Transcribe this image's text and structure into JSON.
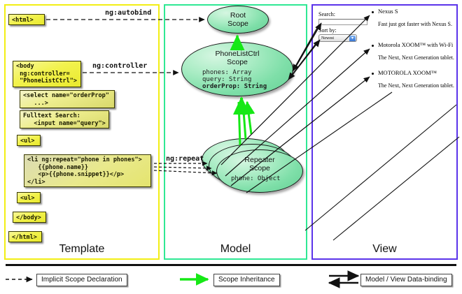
{
  "columns": [
    {
      "id": "template",
      "label": "Template",
      "border_color": "#f2ee14"
    },
    {
      "id": "model",
      "label": "Model",
      "border_color": "#2fe894"
    },
    {
      "id": "view",
      "label": "View",
      "border_color": "#5b34ea"
    }
  ],
  "template": {
    "blocks": [
      {
        "name": "html-open-tag",
        "text": "<html>"
      },
      {
        "name": "body-tag",
        "text": "<body\n ng:controller=\n \"PhoneListCtrl\">"
      },
      {
        "name": "select-tag",
        "text": "<select name=\"orderProp\"\n   ...>"
      },
      {
        "name": "fulltext-search",
        "text": "Fulltext Search:\n   <input name=\"query\">"
      },
      {
        "name": "ul-open-tag",
        "text": "<ul>"
      },
      {
        "name": "li-repeat-tag",
        "text": "<li ng:repeat=\"phone in phones\">\n   {{phone.name}}\n   <p>{{phone.snippet}}</p>\n</li>"
      },
      {
        "name": "ul-close-tag",
        "text": "<ul>"
      },
      {
        "name": "body-close-tag",
        "text": "</body>"
      },
      {
        "name": "html-close-tag",
        "text": "</html>"
      }
    ]
  },
  "model": {
    "scopes": [
      {
        "name": "root-scope",
        "title_line1": "Root",
        "title_line2": "Scope",
        "props": []
      },
      {
        "name": "phonelistctrl-scope",
        "title_line1": "PhoneListCtrl",
        "title_line2": "Scope",
        "props": [
          {
            "text": "phones: Array",
            "bold": false
          },
          {
            "text": "query: String",
            "bold": false
          },
          {
            "text": "orderProp: String",
            "bold": true
          }
        ]
      },
      {
        "name": "repeater-scope",
        "title_line1": "Repeater",
        "title_line2": "Scope",
        "props": [
          {
            "text": "phone: Object",
            "bold": false
          }
        ]
      }
    ]
  },
  "view": {
    "search_label": "Search:",
    "search_value": "",
    "sort_label": "Sort by:",
    "sort_value": "Newest",
    "items": [
      {
        "name": "Nexus S",
        "snippet": "Fast just got faster with Nexus S."
      },
      {
        "name": "Motorola XOOM™ with Wi-Fi",
        "snippet": "The Next, Next Generation tablet."
      },
      {
        "name": "MOTOROLA XOOM™",
        "snippet": "The Next, Next Generation tablet."
      }
    ]
  },
  "connectors": [
    {
      "name": "ng-autobind-label",
      "text": "ng:autobind"
    },
    {
      "name": "ng-controller-label",
      "text": "ng:controller"
    },
    {
      "name": "ng-repeat-label",
      "text": "ng:repeat"
    }
  ],
  "legend": {
    "items": [
      {
        "name": "implicit-scope-declaration",
        "label": "Implicit Scope Declaration",
        "style": "dashed-arrow",
        "color": "#111111"
      },
      {
        "name": "scope-inheritance",
        "label": "Scope Inheritance",
        "style": "green-arrow",
        "color": "#16e816"
      },
      {
        "name": "model-view-data-binding",
        "label": "Model / View Data-binding",
        "style": "double-arrow",
        "color": "#111111"
      }
    ]
  }
}
